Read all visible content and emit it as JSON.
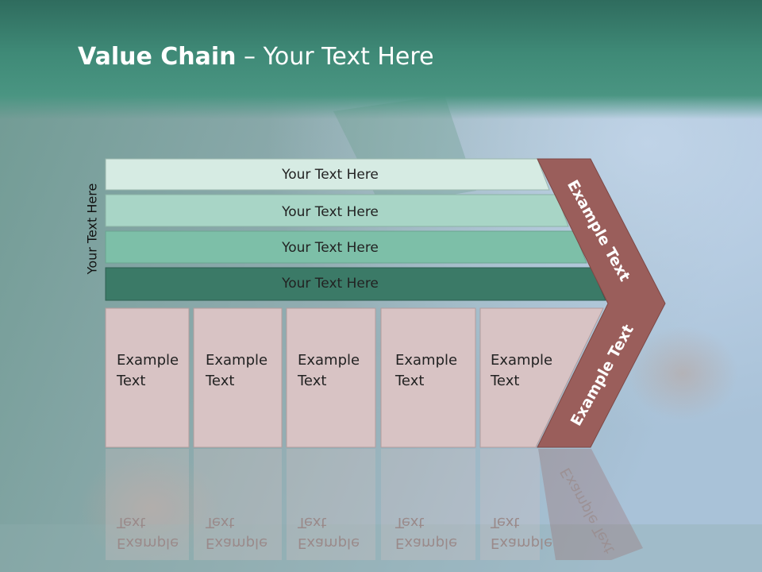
{
  "title": {
    "bold": "Value Chain",
    "rest": " – Your Text Here"
  },
  "side_label": "Your Text Here",
  "rows": [
    {
      "label": "Your Text Here",
      "color": "#d6ebe3"
    },
    {
      "label": "Your Text Here",
      "color": "#a8d5c6"
    },
    {
      "label": "Your Text Here",
      "color": "#7dbfa8"
    },
    {
      "label": "Your Text Here",
      "color": "#3b7a67"
    }
  ],
  "cells": [
    {
      "line1": "Example",
      "line2": "Text"
    },
    {
      "line1": "Example",
      "line2": "Text"
    },
    {
      "line1": "Example",
      "line2": "Text"
    },
    {
      "line1": "Example",
      "line2": "Text"
    },
    {
      "line1": "Example",
      "line2": "Text"
    }
  ],
  "chevron": {
    "top_label": "Example Text",
    "bottom_label": "Example Text",
    "color": "#9a5e5b"
  },
  "colors": {
    "cell_fill": "#d8c3c4",
    "cell_stroke": "#b49c9d",
    "header": "#3a7f6e"
  }
}
